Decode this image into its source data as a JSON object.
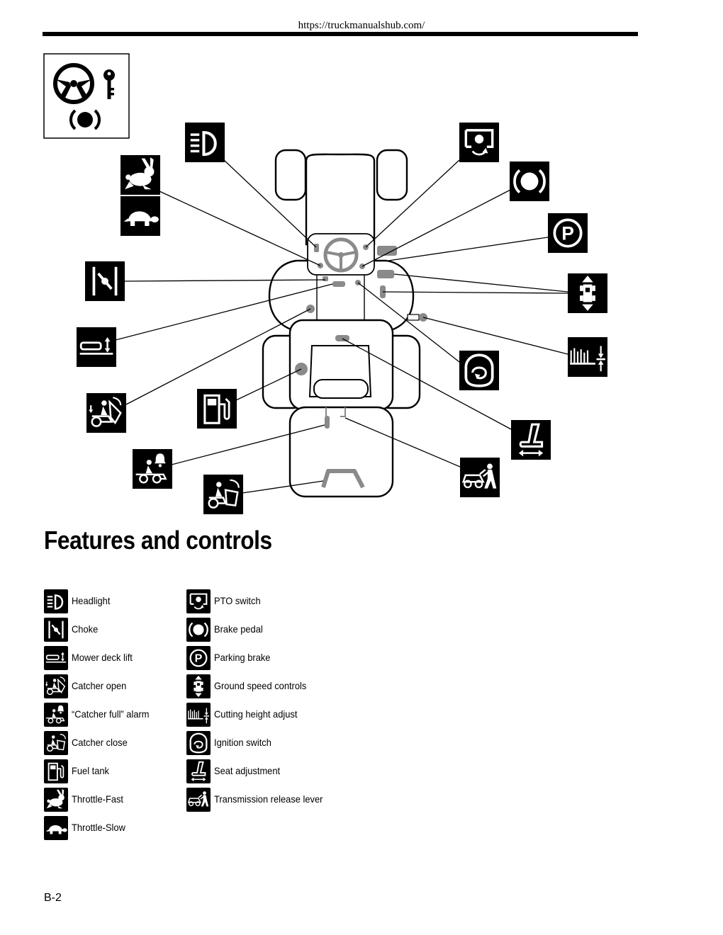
{
  "header": {
    "url": "https://truckmanualshub.com/"
  },
  "title": "Features and controls",
  "legend": {
    "left": [
      {
        "icon": "headlight-icon",
        "label": "Headlight"
      },
      {
        "icon": "choke-icon",
        "label": "Choke"
      },
      {
        "icon": "mower-deck-lift-icon",
        "label": "Mower deck lift"
      },
      {
        "icon": "catcher-open-icon",
        "label": "Catcher open"
      },
      {
        "icon": "catcher-full-alarm-icon",
        "label": "“Catcher full” alarm"
      },
      {
        "icon": "catcher-close-icon",
        "label": "Catcher close"
      },
      {
        "icon": "fuel-tank-icon",
        "label": "Fuel tank"
      },
      {
        "icon": "rabbit-icon",
        "label": "Throttle-Fast"
      },
      {
        "icon": "turtle-icon",
        "label": "Throttle-Slow"
      }
    ],
    "right": [
      {
        "icon": "pto-switch-icon",
        "label": "PTO switch"
      },
      {
        "icon": "brake-pedal-icon",
        "label": "Brake pedal"
      },
      {
        "icon": "parking-brake-icon",
        "label": "Parking brake"
      },
      {
        "icon": "ground-speed-icon",
        "label": "Ground speed controls"
      },
      {
        "icon": "cutting-height-icon",
        "label": "Cutting height adjust"
      },
      {
        "icon": "ignition-switch-icon",
        "label": "Ignition switch"
      },
      {
        "icon": "seat-adjust-icon",
        "label": "Seat adjustment"
      },
      {
        "icon": "transmission-release-icon",
        "label": "Transmission release lever"
      }
    ]
  },
  "footer": {
    "page_number": "B-2"
  }
}
